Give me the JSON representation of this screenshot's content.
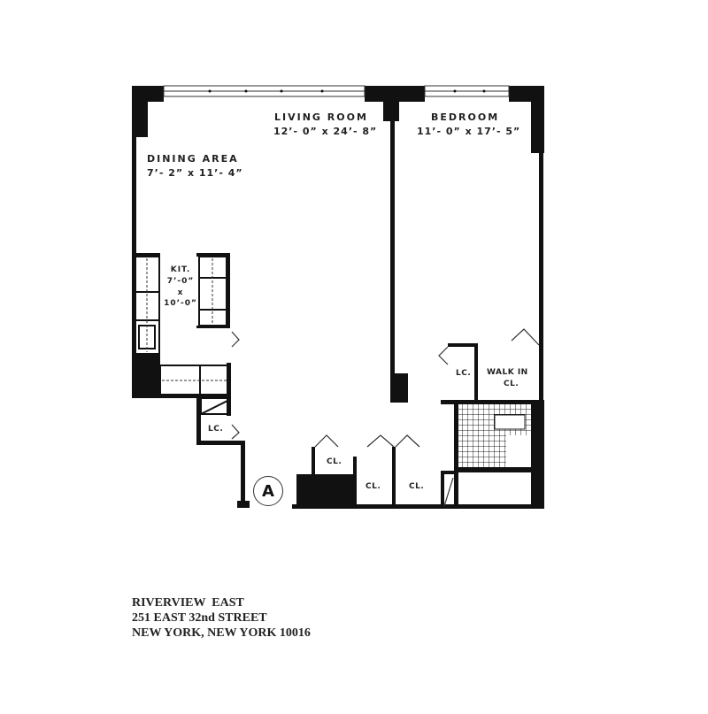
{
  "floor_plan": {
    "rooms": [
      {
        "name": "LIVING ROOM",
        "dimensions": "12’- 0” x 24’- 8”"
      },
      {
        "name": "BEDROOM",
        "dimensions": "11’- 0” x 17’- 5”"
      },
      {
        "name": "DINING AREA",
        "dimensions": "7’- 2” x 11’- 4”"
      },
      {
        "name": "KIT.",
        "dim_line1": "7’-0”",
        "dim_line2": "x",
        "dim_line3": "10’-0”"
      }
    ],
    "closets": {
      "lc_kitchen": "LC.",
      "cl_entry": "CL.",
      "cl_mid": "CL.",
      "cl_right": "CL.",
      "lc_bedroom": "LC.",
      "walk_in_line1": "WALK IN",
      "walk_in_line2": "CL."
    },
    "unit_marker": "A"
  },
  "address": {
    "line1": "RIVERVIEW  EAST",
    "line2": "251 EAST 32nd STREET",
    "line3": "NEW YORK, NEW YORK 10016"
  },
  "colors": {
    "wall": "#111111",
    "background": "#ffffff"
  }
}
